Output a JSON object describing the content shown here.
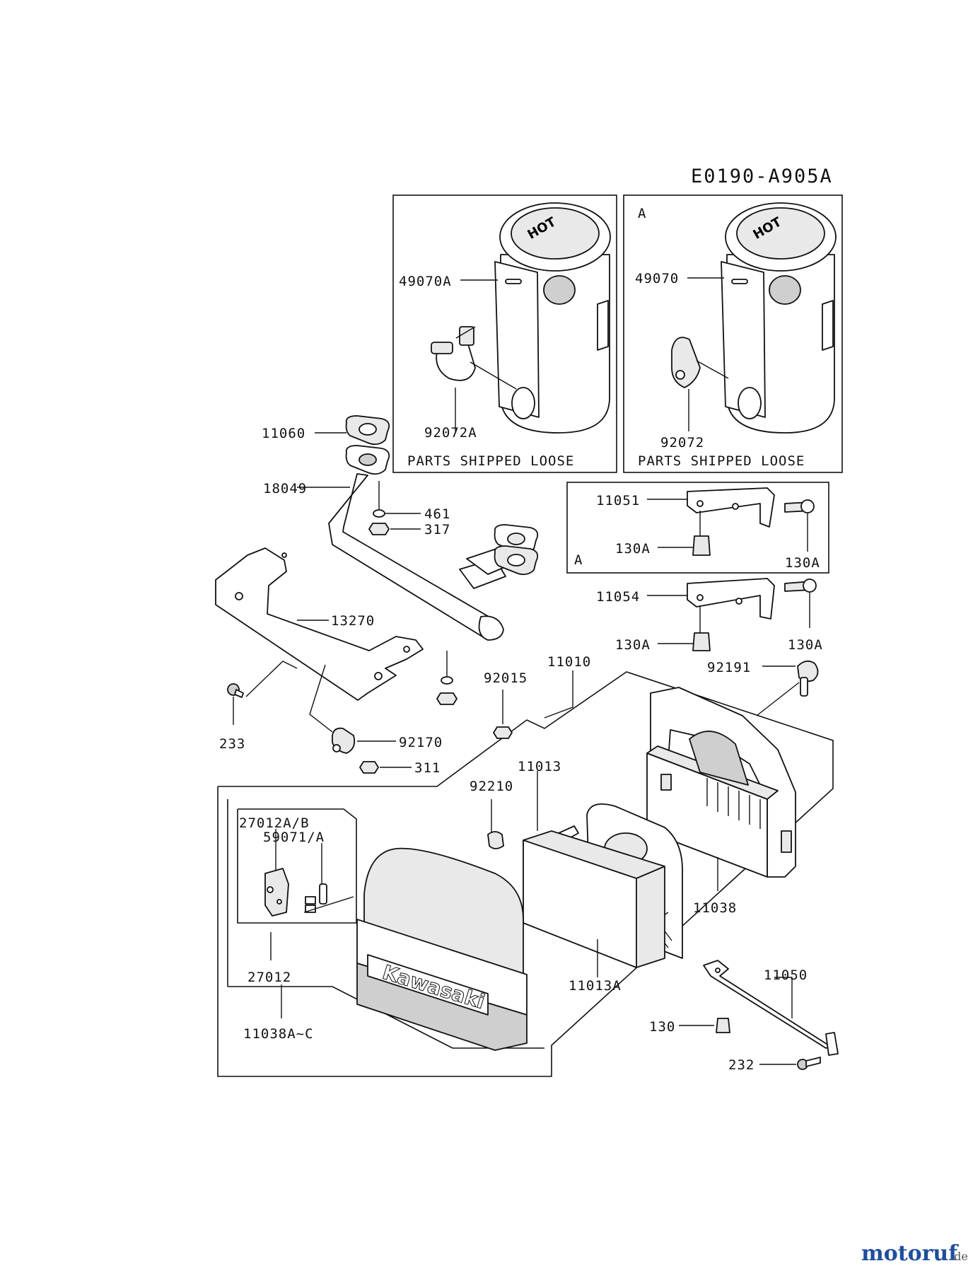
{
  "diagram_code": "E0190-A905A",
  "panel_a_letter": "A",
  "parts_shipped_loose": "PARTS SHIPPED LOOSE",
  "labels": {
    "muffler_a": "49070A",
    "muffler": "49070",
    "clamp_a": "92072A",
    "clamp": "92072",
    "gasket": "11060",
    "exhaust_pipe": "18049",
    "washer": "461",
    "nut_317": "317",
    "bracket_13270": "13270",
    "bolt_233": "233",
    "clamp_92170": "92170",
    "nut_311": "311",
    "bracket_11051": "11051",
    "bolt_130a_1": "130A",
    "bolt_130a_2": "130A",
    "bracket_11054": "11054",
    "bolt_130a_3": "130A",
    "bolt_130a_4": "130A",
    "nut_92015": "92015",
    "air_cleaner": "11010",
    "clip_92191": "92191",
    "element_11013": "11013",
    "clip_92210": "92210",
    "base_11038": "11038",
    "latch_27012ab": "27012A/B",
    "spring_59071a": "59071/A",
    "latch_27012": "27012",
    "cover_11038ac": "11038A~C",
    "element_11013a": "11013A",
    "stay_11050": "11050",
    "bolt_130": "130",
    "bolt_232": "232"
  },
  "hot_text": "HOT",
  "cover_brand": "Kawasaki",
  "watermark": {
    "main": "motoruf",
    "suffix": ".de"
  },
  "colors": {
    "watermark_blue": "#1f4e9c",
    "watermark_orange": "#f08a00"
  }
}
